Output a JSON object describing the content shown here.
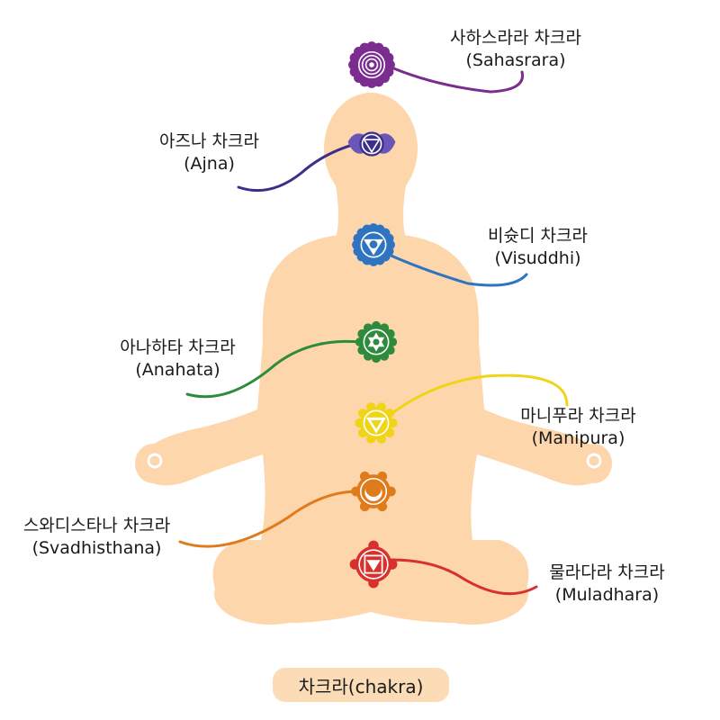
{
  "body_color": "#fdd6ab",
  "chakras": [
    {
      "id": "sahasrara",
      "korean": "사하스라라 차크라",
      "latin": "(Sahasrara)",
      "color": "#7b2c8f",
      "icon": "lotus-icon"
    },
    {
      "id": "ajna",
      "korean": "아즈나 차크라",
      "latin": "(Ajna)",
      "color": "#3b2f8a",
      "icon": "eye-lotus-icon"
    },
    {
      "id": "visuddhi",
      "korean": "비슛디 차크라",
      "latin": "(Visuddhi)",
      "color": "#2f74c0",
      "icon": "down-triangle-icon"
    },
    {
      "id": "anahata",
      "korean": "아나하타 차크라",
      "latin": "(Anahata)",
      "color": "#2e8b3c",
      "icon": "hexagram-icon"
    },
    {
      "id": "manipura",
      "korean": "마니푸라 차크라",
      "latin": "(Manipura)",
      "color": "#f0d418",
      "icon": "down-triangle-icon"
    },
    {
      "id": "svadhisthana",
      "korean": "스와디스타나 차크라",
      "latin": "(Svadhisthana)",
      "color": "#e07b1c",
      "icon": "crescent-icon"
    },
    {
      "id": "muladhara",
      "korean": "물라다라 차크라",
      "latin": "(Muladhara)",
      "color": "#d8302c",
      "icon": "square-triangle-icon"
    }
  ],
  "caption": "차크라(chakra)"
}
